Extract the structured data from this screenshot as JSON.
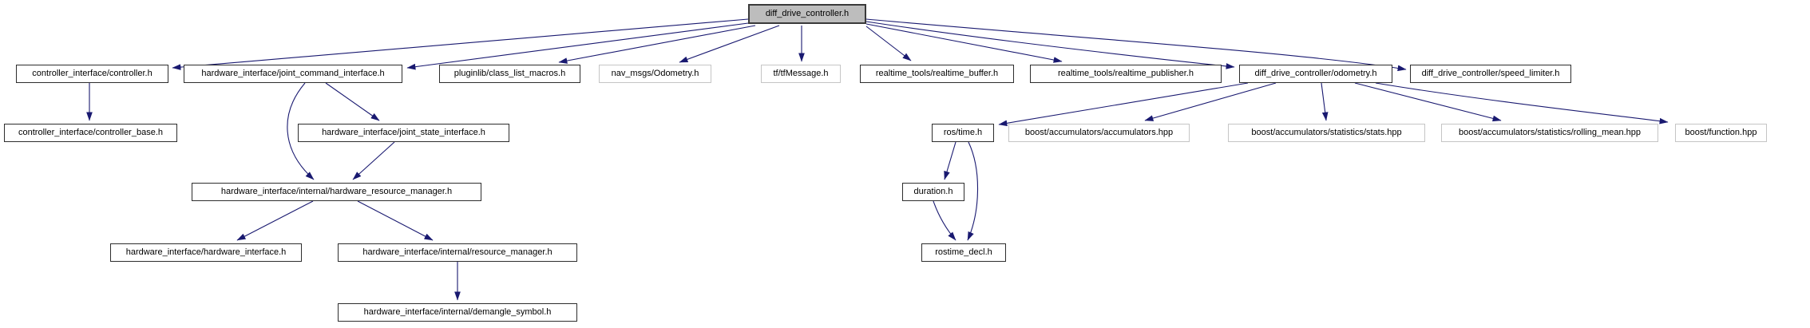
{
  "graph": {
    "nodes": {
      "root": {
        "label": "diff_drive_controller.h",
        "style": "root"
      },
      "controller": {
        "label": "controller_interface/controller.h",
        "style": "linked"
      },
      "joint_command": {
        "label": "hardware_interface/joint_command_interface.h",
        "style": "linked"
      },
      "class_list_macros": {
        "label": "pluginlib/class_list_macros.h",
        "style": "linked"
      },
      "nav_odometry": {
        "label": "nav_msgs/Odometry.h",
        "style": "external"
      },
      "tf_message": {
        "label": "tf/tfMessage.h",
        "style": "external"
      },
      "realtime_buffer": {
        "label": "realtime_tools/realtime_buffer.h",
        "style": "linked"
      },
      "realtime_publisher": {
        "label": "realtime_tools/realtime_publisher.h",
        "style": "linked"
      },
      "odometry": {
        "label": "diff_drive_controller/odometry.h",
        "style": "linked"
      },
      "speed_limiter": {
        "label": "diff_drive_controller/speed_limiter.h",
        "style": "linked"
      },
      "controller_base": {
        "label": "controller_interface/controller_base.h",
        "style": "linked"
      },
      "joint_state": {
        "label": "hardware_interface/joint_state_interface.h",
        "style": "linked"
      },
      "ros_time": {
        "label": "ros/time.h",
        "style": "linked"
      },
      "accumulators": {
        "label": "boost/accumulators/accumulators.hpp",
        "style": "external"
      },
      "stats": {
        "label": "boost/accumulators/statistics/stats.hpp",
        "style": "external"
      },
      "rolling_mean": {
        "label": "boost/accumulators/statistics/rolling_mean.hpp",
        "style": "external"
      },
      "boost_function": {
        "label": "boost/function.hpp",
        "style": "external"
      },
      "hardware_resource_manager": {
        "label": "hardware_interface/internal/hardware_resource_manager.h",
        "style": "linked"
      },
      "duration": {
        "label": "duration.h",
        "style": "linked"
      },
      "hardware_interface": {
        "label": "hardware_interface/hardware_interface.h",
        "style": "linked"
      },
      "resource_manager": {
        "label": "hardware_interface/internal/resource_manager.h",
        "style": "linked"
      },
      "rostime_decl": {
        "label": "rostime_decl.h",
        "style": "linked"
      },
      "demangle_symbol": {
        "label": "hardware_interface/internal/demangle_symbol.h",
        "style": "linked"
      }
    },
    "edges": [
      {
        "from": "root",
        "to": "controller"
      },
      {
        "from": "root",
        "to": "joint_command"
      },
      {
        "from": "root",
        "to": "class_list_macros"
      },
      {
        "from": "root",
        "to": "nav_odometry"
      },
      {
        "from": "root",
        "to": "tf_message"
      },
      {
        "from": "root",
        "to": "realtime_buffer"
      },
      {
        "from": "root",
        "to": "realtime_publisher"
      },
      {
        "from": "root",
        "to": "odometry"
      },
      {
        "from": "root",
        "to": "speed_limiter"
      },
      {
        "from": "controller",
        "to": "controller_base"
      },
      {
        "from": "joint_command",
        "to": "joint_state"
      },
      {
        "from": "joint_command",
        "to": "hardware_resource_manager"
      },
      {
        "from": "joint_state",
        "to": "hardware_resource_manager"
      },
      {
        "from": "hardware_resource_manager",
        "to": "hardware_interface"
      },
      {
        "from": "hardware_resource_manager",
        "to": "resource_manager"
      },
      {
        "from": "resource_manager",
        "to": "demangle_symbol"
      },
      {
        "from": "odometry",
        "to": "ros_time"
      },
      {
        "from": "odometry",
        "to": "accumulators"
      },
      {
        "from": "odometry",
        "to": "stats"
      },
      {
        "from": "odometry",
        "to": "rolling_mean"
      },
      {
        "from": "odometry",
        "to": "boost_function"
      },
      {
        "from": "ros_time",
        "to": "duration"
      },
      {
        "from": "ros_time",
        "to": "rostime_decl"
      },
      {
        "from": "duration",
        "to": "rostime_decl"
      }
    ],
    "colors": {
      "edge": "#191970",
      "root_fill": "#bdbdbd",
      "node_border": "#2d2d2d",
      "external_border": "#c5c5c5"
    }
  }
}
